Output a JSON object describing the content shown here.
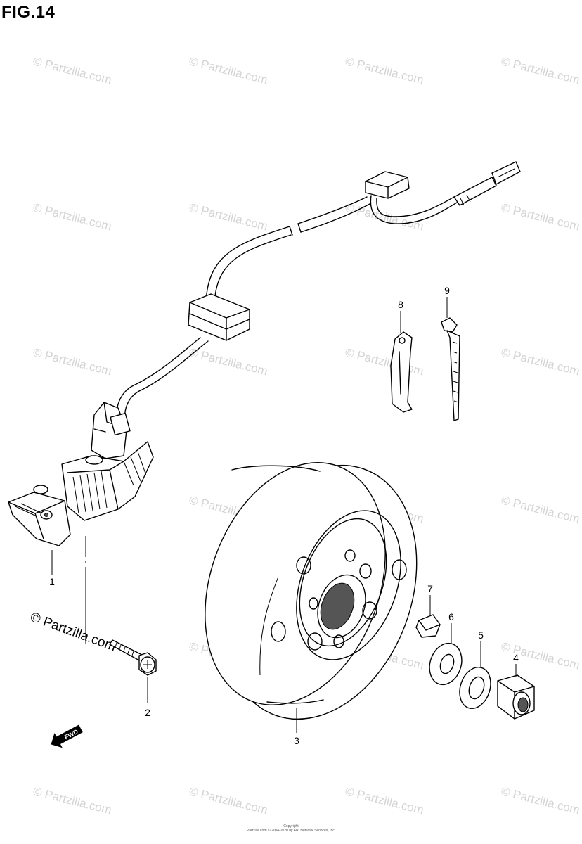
{
  "figure": {
    "title": "FIG.14"
  },
  "watermark": {
    "text": "© Partzilla.com"
  },
  "parts": [
    {
      "number": "1"
    },
    {
      "number": "2"
    },
    {
      "number": "3"
    },
    {
      "number": "4"
    },
    {
      "number": "5"
    },
    {
      "number": "6"
    },
    {
      "number": "7"
    },
    {
      "number": "8"
    },
    {
      "number": "9"
    }
  ],
  "direction_arrow": {
    "label": "FWD"
  },
  "footer": {
    "line1": "Copyright",
    "line2": "Partzilla.com © 2004-2020 by ARI Network Services, Inc."
  }
}
